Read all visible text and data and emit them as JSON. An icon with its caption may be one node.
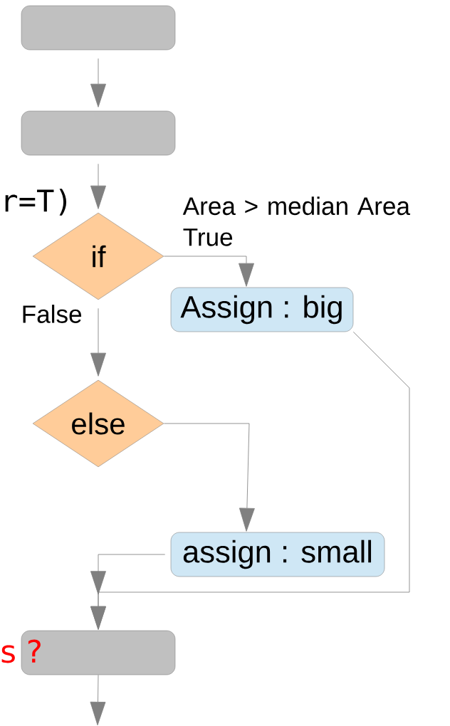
{
  "diagram": {
    "nodes": [
      {
        "text": [],
        "shape": "box"
      },
      {
        "text": [],
        "shape": "box"
      },
      {
        "text": [
          "if"
        ]
      },
      {
        "text": [
          "Assign : big"
        ]
      },
      {
        "text": [
          "else"
        ]
      },
      {
        "text": [
          "assign : small"
        ]
      },
      {
        "text": [],
        "shape": "box"
      }
    ],
    "edges": [
      {
        "from": 0,
        "to": 1,
        "arrow": "to"
      },
      {
        "from": 1,
        "to": 2,
        "arrow": "to"
      },
      {
        "from": 2,
        "to": 3,
        "arrow": "to",
        "label": "Area > median Area True"
      },
      {
        "from": 2,
        "to": 4,
        "arrow": "to",
        "label": "False"
      },
      {
        "from": 4,
        "to": 5,
        "arrow": "to"
      },
      {
        "from": 3,
        "to": 6,
        "arrow": "to"
      },
      {
        "from": 5,
        "to": 6,
        "arrow": "to"
      },
      {
        "from": 6,
        "to": null,
        "arrow": "to"
      }
    ],
    "labels": [
      "r=T)",
      "s ?"
    ]
  }
}
